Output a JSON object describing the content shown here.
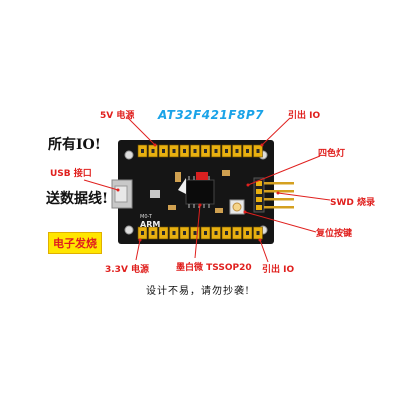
{
  "title": "AT32F421F8P7",
  "notes": {
    "all_io": "所有IO!",
    "data_cable": "送数据线!",
    "electronic_hobby": "电子发烧",
    "design_notice": "设计不易，请勿抄袭!"
  },
  "labels": {
    "v5_power": "5V 电源",
    "io_out_top": "引出 IO",
    "four_color_led": "四色灯",
    "usb_port": "USB 接口",
    "swd_flash": "SWD 烧录",
    "reset_button": "复位按键",
    "v33_power": "3.3V 电源",
    "chip": "墨白微 TSSOP20",
    "io_out_bottom": "引出 IO"
  },
  "board": {
    "silk_model": "M0-T",
    "silk_arm": "ARM"
  },
  "colors": {
    "label_red": "#e0201e",
    "title_blue": "#1aa3e8",
    "board_black": "#151515",
    "header_yellow": "#e8b010",
    "badge_yellow": "#ffe600"
  }
}
